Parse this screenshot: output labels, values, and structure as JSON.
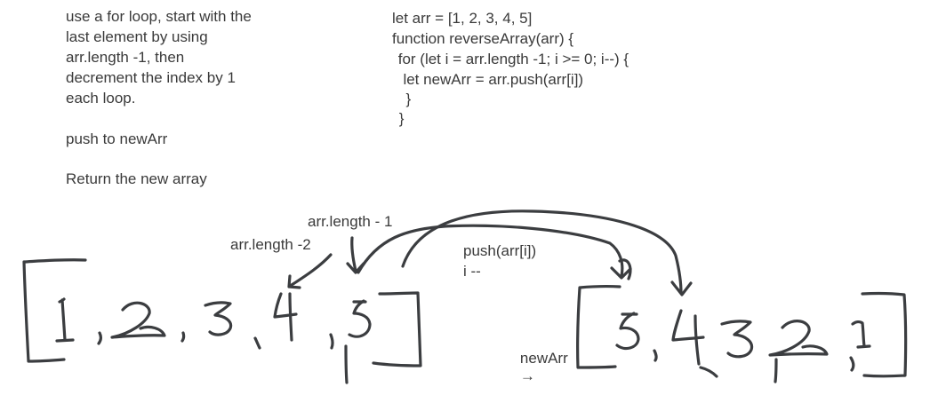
{
  "notes": {
    "lines": [
      "use a for loop, start with the",
      "last element by using",
      "arr.length -1, then",
      "decrement the index by 1",
      "each loop."
    ],
    "push_note": "push to newArr",
    "return_note": "Return the new array"
  },
  "code": {
    "lines": [
      "let arr = [1, 2, 3, 4, 5]",
      "function reverseArray(arr) {",
      " for (let i = arr.length -1; i >= 0; i--) {",
      "  let newArr = arr.push(arr[i])",
      "  }",
      " }"
    ]
  },
  "diagram": {
    "label_last": "arr.length - 1",
    "label_second_last": "arr.length -2",
    "label_push": "push(arr[i])",
    "label_decrement": "i --",
    "label_new_arr": "newArr",
    "new_arr_arrow_glyph": "→",
    "original_array_values": [
      "1",
      "2",
      "3",
      "4",
      "5"
    ],
    "reversed_array_values": [
      "5",
      "4",
      "3",
      "2",
      "1"
    ]
  }
}
